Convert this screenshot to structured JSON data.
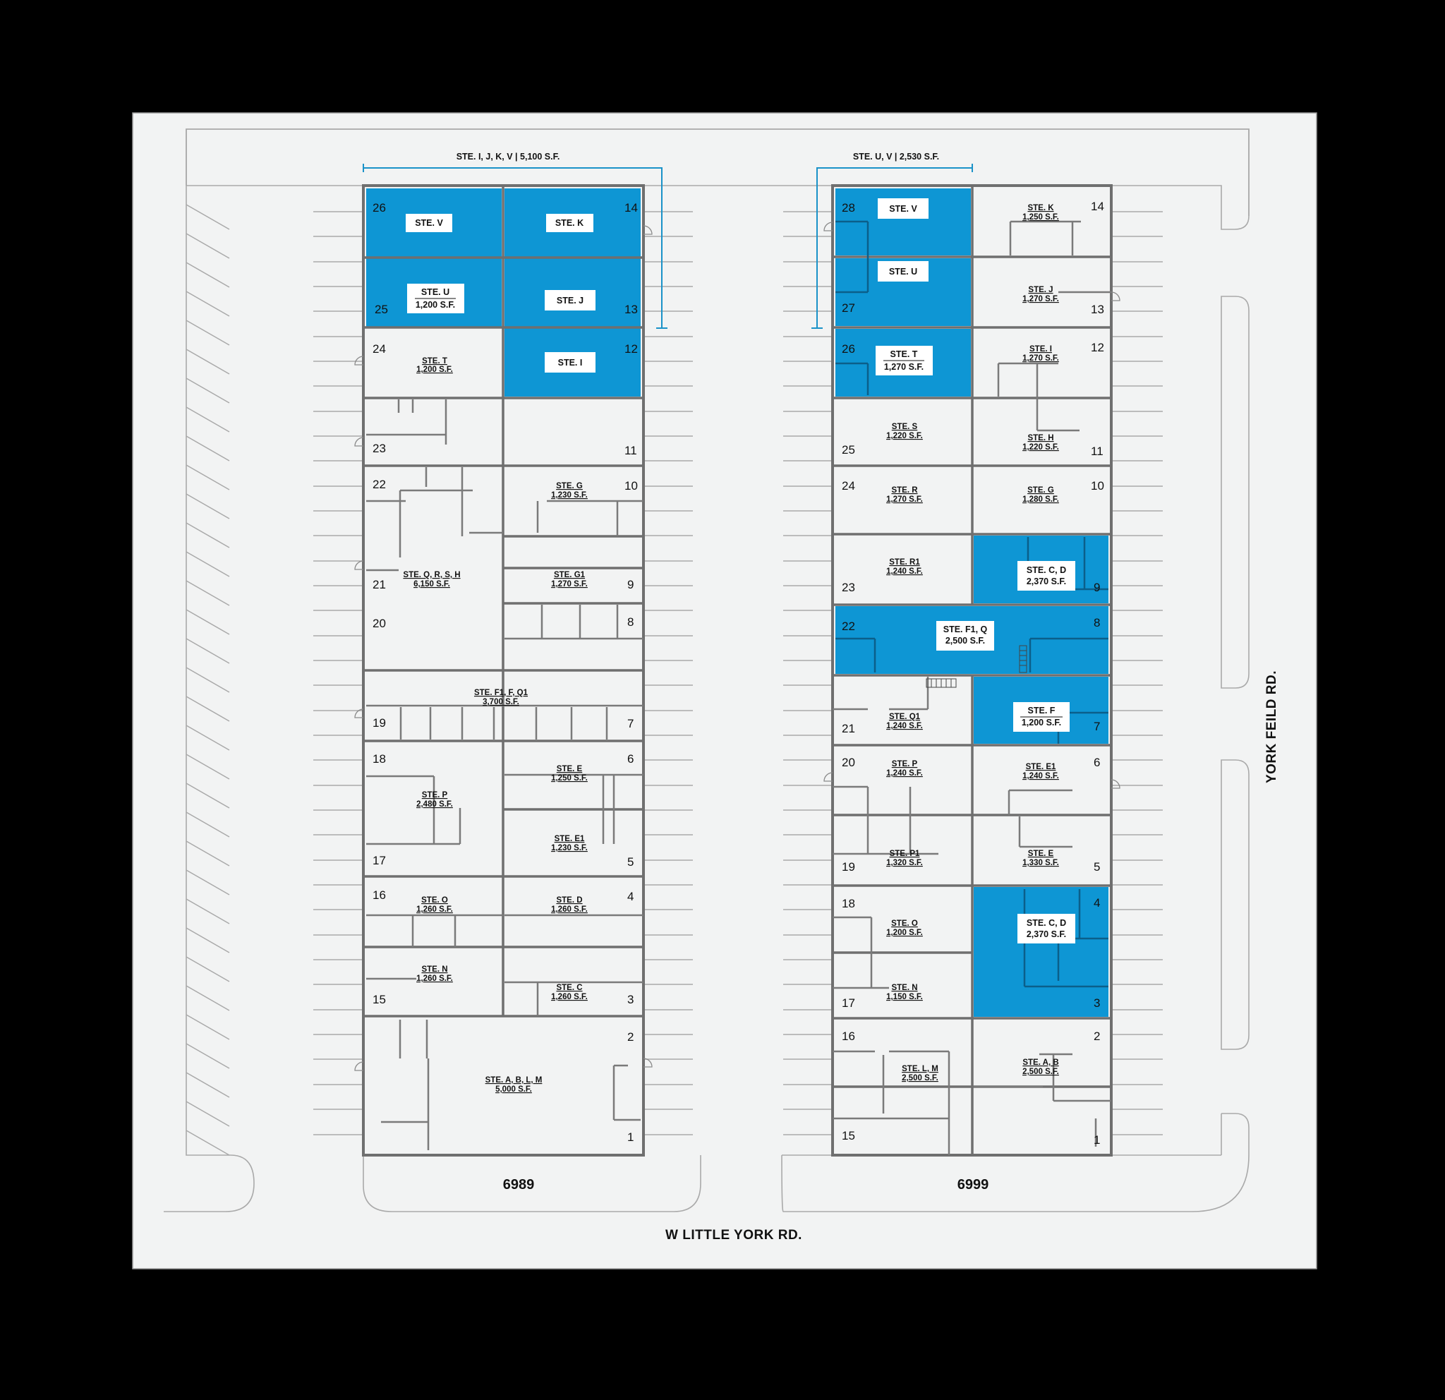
{
  "plan": {
    "colors": {
      "background": "#000000",
      "panel": "#f2f3f3",
      "available": "#0e96d4",
      "dimension_line": "#1a92c8",
      "walls": "#6f6f6f"
    },
    "streets": {
      "south": "W LITTLE YORK RD.",
      "east": "YORK FEILD RD."
    },
    "buildings": [
      {
        "address": "6989",
        "group_callout": {
          "label": "STE. I, J, K, V | 5,100 S.F."
        },
        "suites": [
          {
            "name": "STE. V",
            "sf": "",
            "status": "available",
            "bays": [
              "26"
            ]
          },
          {
            "name": "STE. U",
            "sf": "1,200 S.F.",
            "status": "available",
            "bays": [
              "25"
            ]
          },
          {
            "name": "STE. K",
            "sf": "",
            "status": "available",
            "bays": [
              "14"
            ]
          },
          {
            "name": "STE. J",
            "sf": "",
            "status": "available",
            "bays": [
              "13"
            ]
          },
          {
            "name": "STE. I",
            "sf": "",
            "status": "available",
            "bays": [
              "12"
            ]
          },
          {
            "name": "STE. T",
            "sf": "1,200 S.F.",
            "status": "leased",
            "bays": [
              "24"
            ]
          },
          {
            "name": "",
            "sf": "",
            "status": "leased",
            "bays": [
              "23"
            ]
          },
          {
            "name": "",
            "sf": "",
            "status": "leased",
            "bays": [
              "11"
            ]
          },
          {
            "name": "STE. G",
            "sf": "1,230 S.F.",
            "status": "leased",
            "bays": [
              "10"
            ]
          },
          {
            "name": "STE. G1",
            "sf": "1,270 S.F.",
            "status": "leased",
            "bays": [
              "9"
            ]
          },
          {
            "name": "STE. Q, R, S, H",
            "sf": "6,150 S.F.",
            "status": "leased",
            "bays": [
              "22",
              "21",
              "20"
            ]
          },
          {
            "name": "STE. F1, F, Q1",
            "sf": "3,700 S.F.",
            "status": "leased",
            "bays": [
              "8",
              "19",
              "7"
            ]
          },
          {
            "name": "STE. P",
            "sf": "2,480 S.F.",
            "status": "leased",
            "bays": [
              "18",
              "17"
            ]
          },
          {
            "name": "STE. E",
            "sf": "1,250 S.F.",
            "status": "leased",
            "bays": [
              "6"
            ]
          },
          {
            "name": "STE. E1",
            "sf": "1,230 S.F.",
            "status": "leased",
            "bays": [
              "5"
            ]
          },
          {
            "name": "STE. O",
            "sf": "1,260 S.F.",
            "status": "leased",
            "bays": [
              "16"
            ]
          },
          {
            "name": "STE. D",
            "sf": "1,260 S.F.",
            "status": "leased",
            "bays": [
              "4"
            ]
          },
          {
            "name": "STE. N",
            "sf": "1,260 S.F.",
            "status": "leased",
            "bays": [
              "15"
            ]
          },
          {
            "name": "STE. C",
            "sf": "1,260 S.F.",
            "status": "leased",
            "bays": [
              "3"
            ]
          },
          {
            "name": "STE. A, B, L, M",
            "sf": "5,000 S.F.",
            "status": "leased",
            "bays": [
              "2",
              "1"
            ]
          }
        ]
      },
      {
        "address": "6999",
        "group_callout": {
          "label": "STE. U, V | 2,530 S.F."
        },
        "suites": [
          {
            "name": "STE. V",
            "sf": "",
            "status": "available",
            "bays": [
              "28"
            ]
          },
          {
            "name": "STE. U",
            "sf": "",
            "status": "available",
            "bays": [
              "27"
            ]
          },
          {
            "name": "STE. T",
            "sf": "1,270 S.F.",
            "status": "available",
            "bays": [
              "26"
            ]
          },
          {
            "name": "STE. K",
            "sf": "1,250 S.F.",
            "status": "leased",
            "bays": [
              "14"
            ]
          },
          {
            "name": "STE. J",
            "sf": "1,270 S.F.",
            "status": "leased",
            "bays": [
              "13"
            ]
          },
          {
            "name": "STE. I",
            "sf": "1,270 S.F.",
            "status": "leased",
            "bays": [
              "12"
            ]
          },
          {
            "name": "STE. S",
            "sf": "1,220 S.F.",
            "status": "leased",
            "bays": [
              "25"
            ]
          },
          {
            "name": "STE. H",
            "sf": "1,220 S.F.",
            "status": "leased",
            "bays": [
              "11"
            ]
          },
          {
            "name": "STE. R",
            "sf": "1,270 S.F.",
            "status": "leased",
            "bays": [
              "24"
            ]
          },
          {
            "name": "STE. G",
            "sf": "1,280 S.F.",
            "status": "leased",
            "bays": [
              "10"
            ]
          },
          {
            "name": "STE. R1",
            "sf": "1,240 S.F.",
            "status": "leased",
            "bays": [
              "23"
            ]
          },
          {
            "name": "STE. C, D",
            "sf": "2,370 S.F.",
            "status": "available",
            "bays": [
              "9"
            ]
          },
          {
            "name": "STE. F1, Q",
            "sf": "2,500 S.F.",
            "status": "available",
            "bays": [
              "22",
              "8"
            ]
          },
          {
            "name": "STE. Q1",
            "sf": "1,240 S.F.",
            "status": "leased",
            "bays": [
              "21"
            ]
          },
          {
            "name": "STE. F",
            "sf": "1,200 S.F.",
            "status": "available",
            "bays": [
              "7"
            ]
          },
          {
            "name": "STE. P",
            "sf": "1,240 S.F.",
            "status": "leased",
            "bays": [
              "20"
            ]
          },
          {
            "name": "STE. E1",
            "sf": "1,240 S.F.",
            "status": "leased",
            "bays": [
              "6"
            ]
          },
          {
            "name": "STE. P1",
            "sf": "1,320 S.F.",
            "status": "leased",
            "bays": [
              "19"
            ]
          },
          {
            "name": "STE. E",
            "sf": "1,330 S.F.",
            "status": "leased",
            "bays": [
              "5"
            ]
          },
          {
            "name": "STE. O",
            "sf": "1,200 S.F.",
            "status": "leased",
            "bays": [
              "18"
            ]
          },
          {
            "name": "STE. N",
            "sf": "1,150 S.F.",
            "status": "leased",
            "bays": [
              "17"
            ]
          },
          {
            "name": "STE. C, D",
            "sf": "2,370 S.F.",
            "status": "available",
            "bays": [
              "4",
              "3"
            ]
          },
          {
            "name": "STE. L, M",
            "sf": "2,500 S.F.",
            "status": "leased",
            "bays": [
              "16",
              "15"
            ]
          },
          {
            "name": "STE. A, B",
            "sf": "2,500 S.F.",
            "status": "leased",
            "bays": [
              "2",
              "1"
            ]
          }
        ]
      }
    ]
  }
}
